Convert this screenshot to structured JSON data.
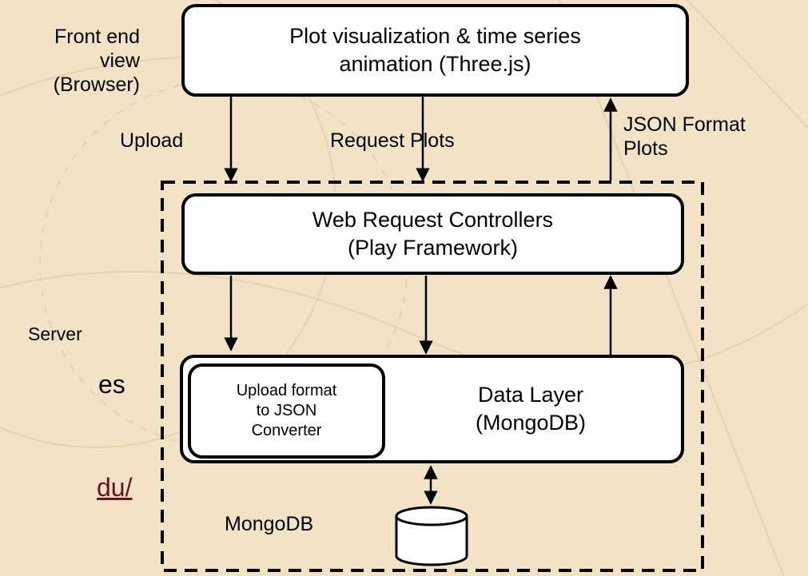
{
  "colors": {
    "background": "#f2e3c6",
    "box_fill": "#ffffff",
    "stroke": "#000000",
    "link": "#6b1020"
  },
  "labels": {
    "front_end": "Front end\nview\n(Browser)",
    "upload": "Upload",
    "request_plots": "Request Plots",
    "json_format_plots": "JSON Format\nPlots",
    "server": "Server",
    "partial_text": "es",
    "partial_link": "du/",
    "mongodb": "MongoDB"
  },
  "boxes": {
    "plot_visualization": "Plot visualization & time series\nanimation (Three.js)",
    "web_request_controllers": "Web Request Controllers\n(Play Framework)",
    "data_layer": "Data Layer\n(MongoDB)",
    "upload_converter": "Upload format\nto JSON\nConverter"
  },
  "icons": {
    "database": "database-cylinder-icon"
  }
}
